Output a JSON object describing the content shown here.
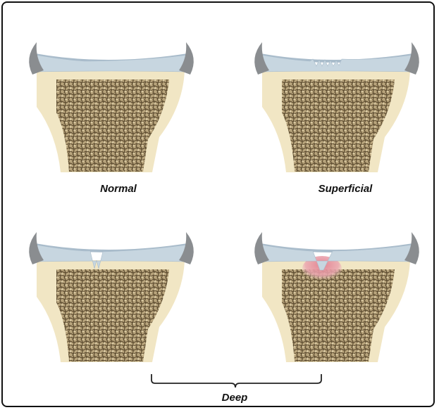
{
  "labels": {
    "normal": "Normal",
    "superficial": "Superficial",
    "deep": "Deep"
  },
  "colors": {
    "frame": "#111111",
    "cartilage": "#c7d6e0",
    "cartilage_edge": "#a9bccb",
    "meniscus": "#8a8d90",
    "cortex": "#f1e6c4",
    "trabecular": "#b9a57e",
    "trabecular_dark": "#6b5838",
    "lesion": "#e7a3ac",
    "bracket": "#222222"
  },
  "panels": [
    {
      "id": "normal",
      "defect": "none"
    },
    {
      "id": "superficial",
      "defect": "superficial"
    },
    {
      "id": "deep-partial",
      "defect": "deep-cartilage"
    },
    {
      "id": "deep-bone",
      "defect": "deep-bone"
    }
  ]
}
